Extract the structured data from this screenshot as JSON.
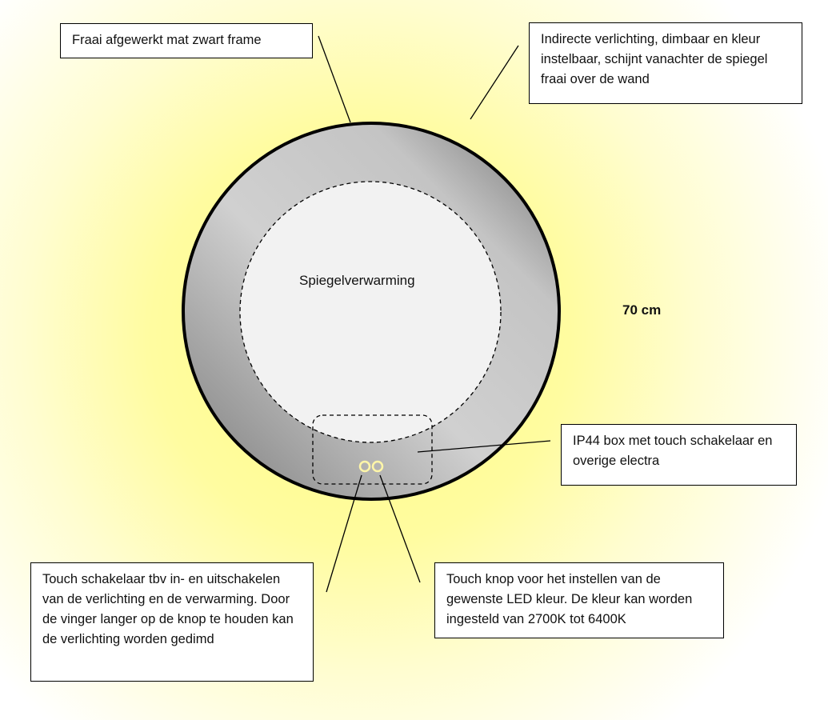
{
  "callouts": {
    "frame": "Fraai afgewerkt mat zwart frame",
    "lighting": "Indirecte verlichting, dimbaar en kleur instelbaar, schijnt vanachter de spiegel fraai over de wand",
    "ip44": "IP44 box met touch schakelaar en overige electra",
    "touch_switch": "Touch schakelaar tbv in- en uitschakelen van de verlichting en de verwarming. Door de vinger langer op de knop te houden kan de verlichting worden gedimd",
    "touch_color": "Touch knop voor het instellen van de gewenste LED kleur. De kleur kan worden ingesteld van 2700K tot 6400K"
  },
  "labels": {
    "heating": "Spiegelverwarming",
    "size": "70 cm"
  }
}
